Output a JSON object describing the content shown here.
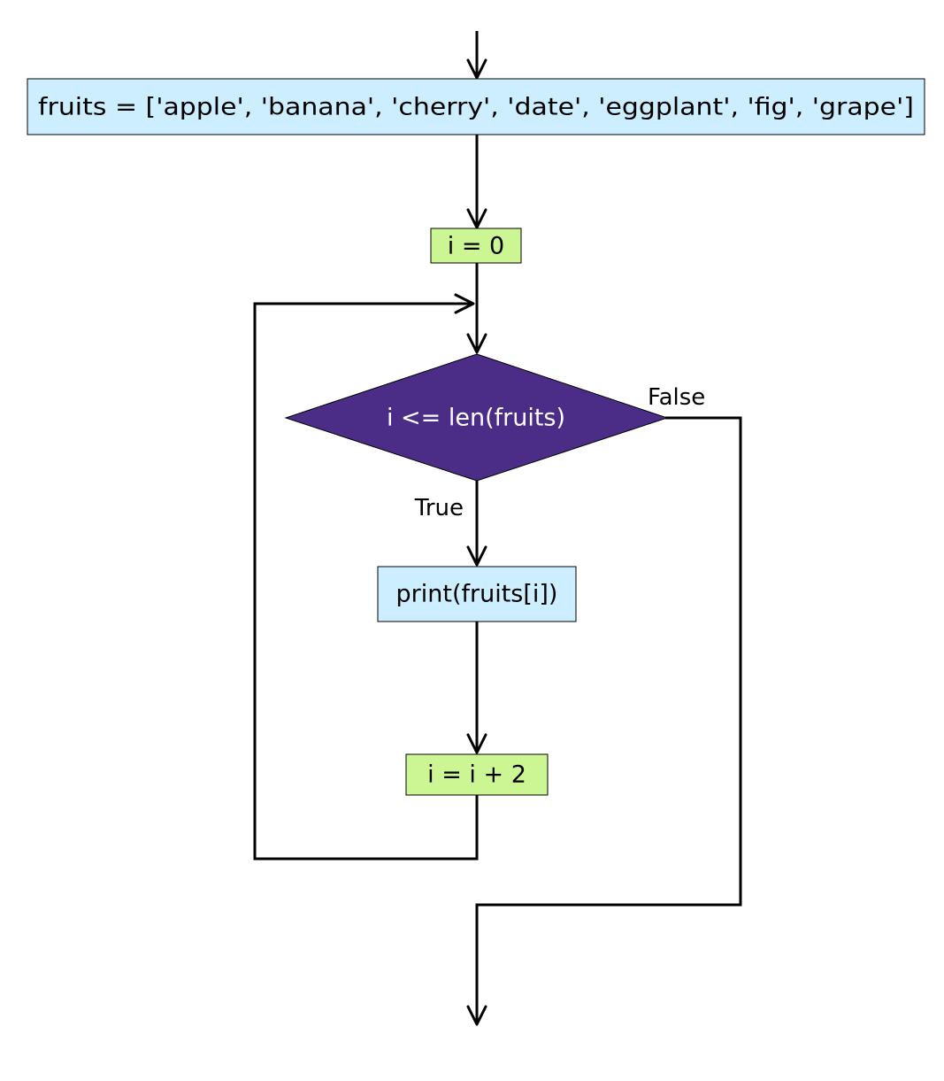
{
  "flowchart": {
    "init_fruits": "fruits = ['apple', 'banana', 'cherry', 'date', 'eggplant', 'fig', 'grape']",
    "init_i": "i = 0",
    "condition": "i <= len(fruits)",
    "body": "print(fruits[i])",
    "increment": "i = i + 2",
    "true_label": "True",
    "false_label": "False"
  },
  "colors": {
    "process_blue": "#cceeff",
    "process_green": "#ccf593",
    "decision": "#4b2d87",
    "decision_text": "#ffffff",
    "line": "#000000"
  }
}
